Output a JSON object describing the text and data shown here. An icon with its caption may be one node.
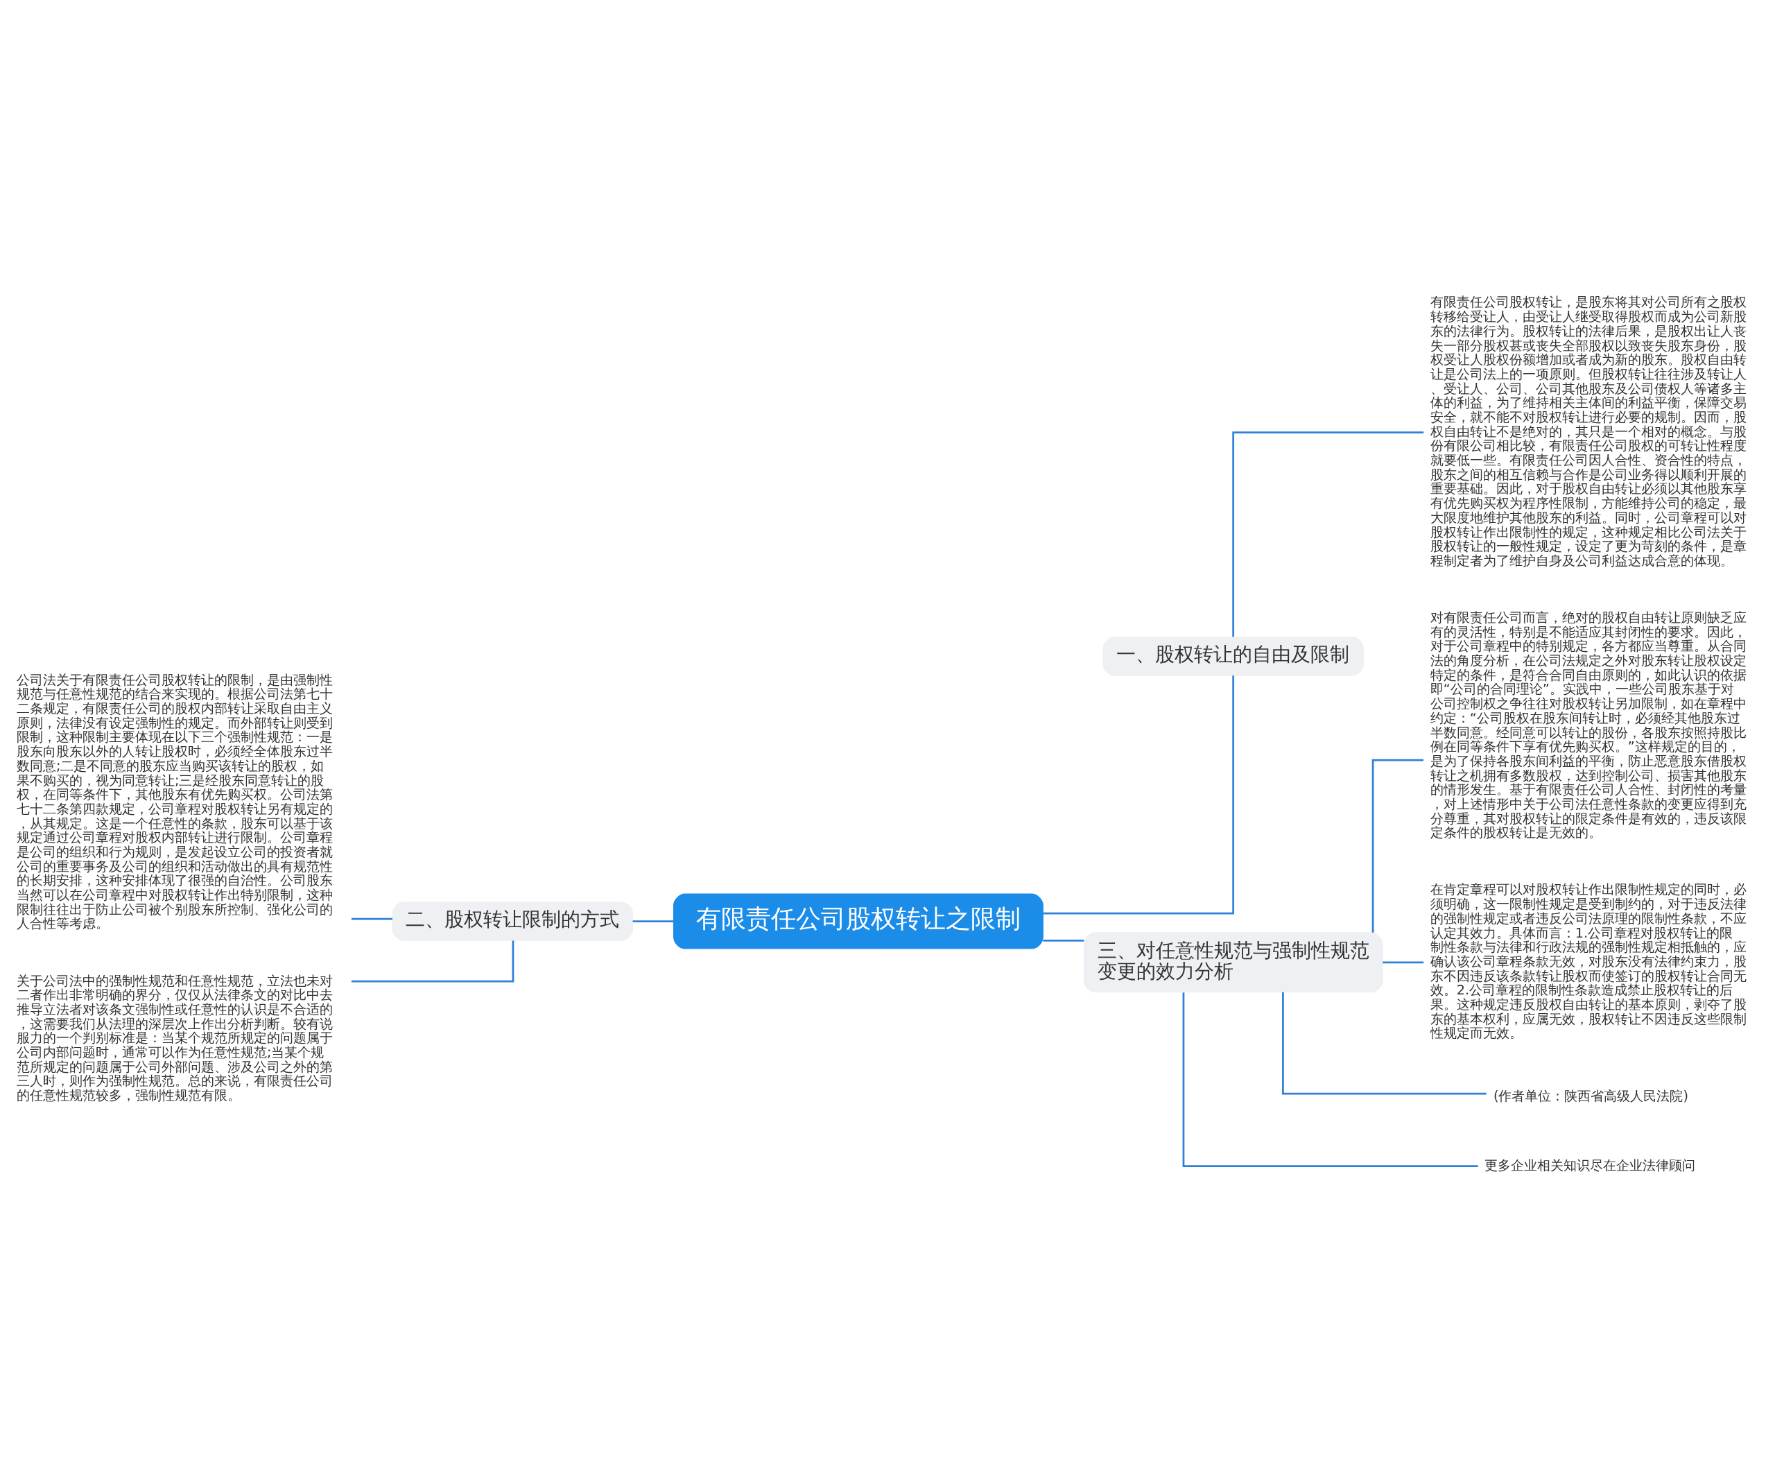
{
  "diagram": {
    "nodes": [
      {
        "text": [
          "有限责任公司股权转让之限制"
        ]
      },
      {
        "text": [
          "一、股权转让的自由及限制"
        ]
      },
      {
        "text": [
          "有限责任公司股权转让，是股东将其对公司所有之股权转移给受让人，由受让人继受取得股权而成为公司新股东的法律行为。股权转让的法律后果，是股权出让人丧失一部分股权甚或丧失全部股权以致丧失股东身份，股权受让人股权份额增加或者成为新的股东。股权自由转让是公司法上的一项原则。但股权转让往往涉及转让人、受让人、公司、公司其他股东及公司债权人等诸多主体的利益，为了维持相关主体间的利益平衡，保障交易安全，就不能不对股权转让进行必要的规制。因而，股权自由转让不是绝对的，其只是一个相对的概念。与股份有限公司相比较，有限责任公司股权的可转让性程度就要低一些。有限责任公司因人合性、资合性的特点，股东之间的相互信赖与合作是公司业务得以顺利开展的重要基础。因此，对于股权自由转让必须以其他股东享有优先购买权为程序性限制，方能维持公司的稳定，最大限度地维护其他股东的利益。同时，公司章程可以对股权转让作出限制性的规定，这种规定相比公司法关于股权转让的一般性规定，设定了更为苛刻的条件，是章程制定者为了维护自身及公司利益达成合意的体现。"
        ]
      },
      {
        "text": [
          "二、股权转让限制的方式"
        ]
      },
      {
        "text": [
          "公司法关于有限责任公司股权转让的限制，是由强制性规范与任意性规范的结合来实现的。根据公司法第七十二条规定，有限责任公司的股权内部转让采取自由主义原则，法律没有设定强制性的规定。而外部转让则受到限制，这种限制主要体现在以下三个强制性规范：一是股东向股东以外的人转让股权时，必须经全体股东过半数同意;二是不同意的股东应当购买该转让的股权，如果不购买的，视为同意转让;三是经股东同意转让的股权，在同等条件下，其他股东有优先购买权。公司法第七十二条第四款规定，公司章程对股权转让另有规定的，从其规定。这是一个任意性的条款，股东可以基于该规定通过公司章程对股权内部转让进行限制。公司章程是公司的组织和行为规则，是发起设立公司的投资者就公司的重要事务及公司的组织和活动做出的具有规范性的长期安排，这种安排体现了很强的自治性。公司股东当然可以在公司章程中对股权转让作出特别限制，这种限制往往出于防止公司被个别股东所控制、强化公司的人合性等考虑。"
        ]
      },
      {
        "text": [
          "关于公司法中的强制性规范和任意性规范，立法也未对二者作出非常明确的界分，仅仅从法律条文的对比中去推导立法者对该条文强制性或任意性的认识是不合适的，这需要我们从法理的深层次上作出分析判断。较有说服力的一个判别标准是：当某个规范所规定的问题属于公司内部问题时，通常可以作为任意性规范;当某个规范所规定的问题属于公司外部问题、涉及公司之外的第三人时，则作为强制性规范。总的来说，有限责任公司的任意性规范较多，强制性规范有限。"
        ]
      },
      {
        "text": [
          "三、对任意性规范与强制性规范变更的效力分析"
        ]
      },
      {
        "text": [
          "对有限责任公司而言，绝对的股权自由转让原则缺乏应有的灵活性，特别是不能适应其封闭性的要求。因此，对于公司章程中的特别规定，各方都应当尊重。从合同法的角度分析，在公司法规定之外对股东转让股权设定特定的条件，是符合合同自由原则的，如此认识的依据即“公司的合同理论”。实践中，一些公司股东基于对公司控制权之争往往对股权转让另加限制，如在章程中约定：“公司股权在股东间转让时，必须经其他股东过半数同意。经同意可以转让的股份，各股东按照持股比例在同等条件下享有优先购买权。”这样规定的目的，是为了保持各股东间利益的平衡，防止恶意股东借股权转让之机拥有多数股权，达到控制公司、损害其他股东的情形发生。基于有限责任公司人合性、封闭性的考量，对上述情形中关于公司法任意性条款的变更应得到充分尊重，其对股权转让的限定条件是有效的，违反该限定条件的股权转让是无效的。"
        ]
      },
      {
        "text": [
          "在肯定章程可以对股权转让作出限制性规定的同时，必须明确，这一限制性规定是受到制约的，对于违反法律的强制性规定或者违反公司法原理的限制性条款，不应认定其效力。具体而言：1.公司章程对股权转让的限制性条款与法律和行政法规的强制性规定相抵触的，应确认该公司章程条款无效，对股东没有法律约束力，股东不因违反该条款转让股权而使签订的股权转让合同无效。2.公司章程的限制性条款造成禁止股权转让的后果。这种规定违反股权自由转让的基本原则，剥夺了股东的基本权利，应属无效，股权转让不因违反这些限制性规定而无效。"
        ]
      },
      {
        "text": [
          "(作者单位：陕西省高级人民法院)"
        ]
      },
      {
        "text": [
          "更多企业相关知识尽在企业法律顾问"
        ]
      }
    ],
    "edges": [
      {
        "from": 0,
        "to": 1,
        "arrow": "none"
      },
      {
        "from": 1,
        "to": 2,
        "arrow": "none"
      },
      {
        "from": 0,
        "to": 3,
        "arrow": "none"
      },
      {
        "from": 3,
        "to": 4,
        "arrow": "none"
      },
      {
        "from": 3,
        "to": 5,
        "arrow": "none"
      },
      {
        "from": 0,
        "to": 6,
        "arrow": "none"
      },
      {
        "from": 6,
        "to": 7,
        "arrow": "none"
      },
      {
        "from": 6,
        "to": 8,
        "arrow": "none"
      },
      {
        "from": 6,
        "to": 9,
        "arrow": "none"
      },
      {
        "from": 6,
        "to": 10,
        "arrow": "none"
      }
    ]
  }
}
